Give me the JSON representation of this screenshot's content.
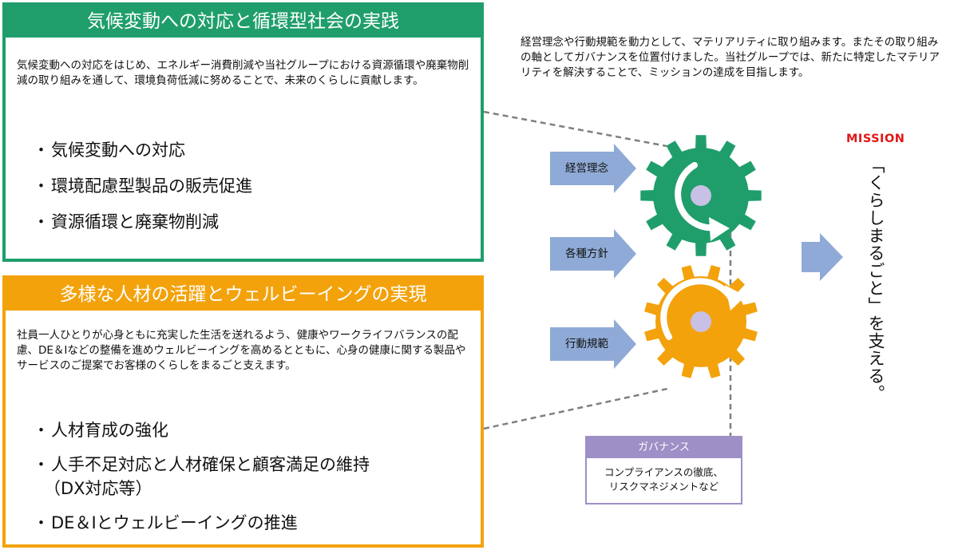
{
  "env": {
    "title": "気候変動への対応と循環型社会の実践",
    "description": "気候変動への対応をはじめ、エネルギー消費削減や当社グループにおける資源循環や廃棄物削減の取り組みを通して、環境負荷低減に努めることで、未来のくらしに貢献します。",
    "bullets": [
      "気候変動への対応",
      "環境配慮型製品の販売促進",
      "資源循環と廃棄物削減"
    ],
    "color": "#1f9e6b"
  },
  "hr": {
    "title": "多様な人材の活躍とウェルビーイングの実現",
    "description": "社員一人ひとりが心身ともに充実した生活を送れるよう、健康やワークライフバランスの配慮、DE＆Iなどの整備を進めウェルビーイングを高めるとともに、心身の健康に関する製品やサービスのご提案でお客様のくらしをまるごと支えます。",
    "bullets": [
      "人材育成の強化",
      "人手不足対応と人材確保と顧客満足の維持",
      "DE＆Iとウェルビーイングの推進"
    ],
    "bullet_continuation": "（DX対応等）",
    "color": "#f3a20c"
  },
  "intro": "経営理念や行動規範を動力として、マテリアリティに取り組みます。またその取り組みの軸としてガバナンスを位置付けました。当社グループでは、新たに特定したマテリアリティを解決することで、ミッションの達成を目指します。",
  "drivers": [
    "経営理念",
    "各種方針",
    "行動規範"
  ],
  "bullet_marker": "・",
  "mission": {
    "label": "MISSION",
    "text": "「くらしまるごと」を支える。",
    "color": "#e01717"
  },
  "governance": {
    "title": "ガバナンス",
    "line1": "コンプライアンスの徹底、",
    "line2": "リスクマネジメントなど",
    "color": "#9e8fc6"
  },
  "icons": {
    "gear_top": "gear-icon",
    "gear_bottom": "gear-icon",
    "arrow": "arrow-right-icon"
  },
  "colors": {
    "arrow": "#8faad6",
    "gear_hub": "#c9c0e6",
    "dashed_line": "#7f7f7f"
  }
}
